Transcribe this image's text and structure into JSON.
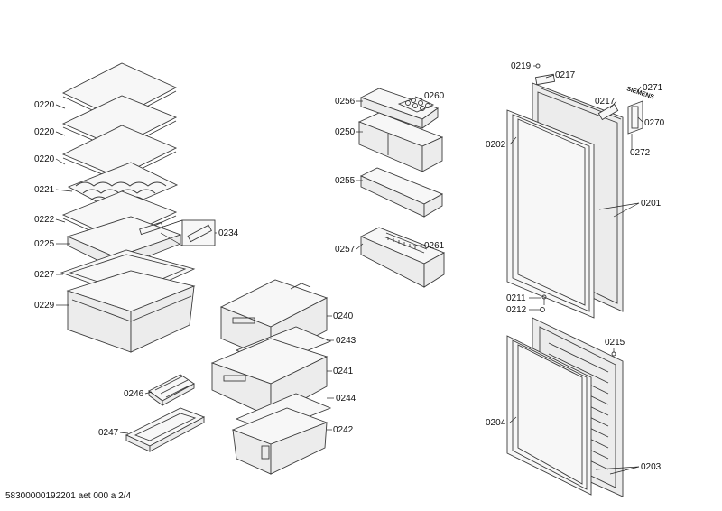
{
  "footer": "58300000192201 aet 000 a 2/4",
  "brand": "SIEMENS",
  "parts": {
    "p0220a": "0220",
    "p0220b": "0220",
    "p0220c": "0220",
    "p0221": "0221",
    "p0222": "0222",
    "p0225": "0225",
    "p0227": "0227",
    "p0229": "0229",
    "p0234": "0234",
    "p0246": "0246",
    "p0247": "0247",
    "p0240": "0240",
    "p0243": "0243",
    "p0241": "0241",
    "p0244": "0244",
    "p0242": "0242",
    "p0256": "0256",
    "p0260": "0260",
    "p0250": "0250",
    "p0255": "0255",
    "p0257": "0257",
    "p0261": "0261",
    "p0219": "0219",
    "p0217a": "0217",
    "p0217b": "0217",
    "p0271": "0271",
    "p0270": "0270",
    "p0272": "0272",
    "p0202": "0202",
    "p0201": "0201",
    "p0211": "0211",
    "p0212": "0212",
    "p0215": "0215",
    "p0204": "0204",
    "p0203": "0203"
  }
}
